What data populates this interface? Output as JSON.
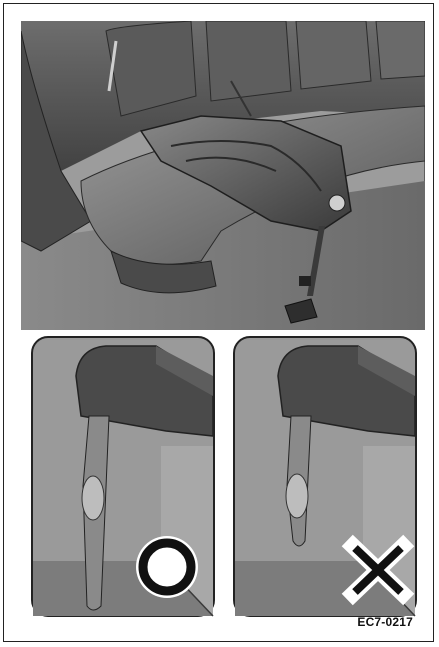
{
  "figure": {
    "code": "EC7-0217",
    "colors": {
      "dark": "#3a3a3a",
      "mid": "#7a7a7a",
      "light": "#b5b5b5",
      "bg": "#9e9e9e"
    },
    "panels": [
      {
        "id": "correct",
        "symbol": "circle-o-icon"
      },
      {
        "id": "incorrect",
        "symbol": "cross-x-icon"
      }
    ]
  }
}
